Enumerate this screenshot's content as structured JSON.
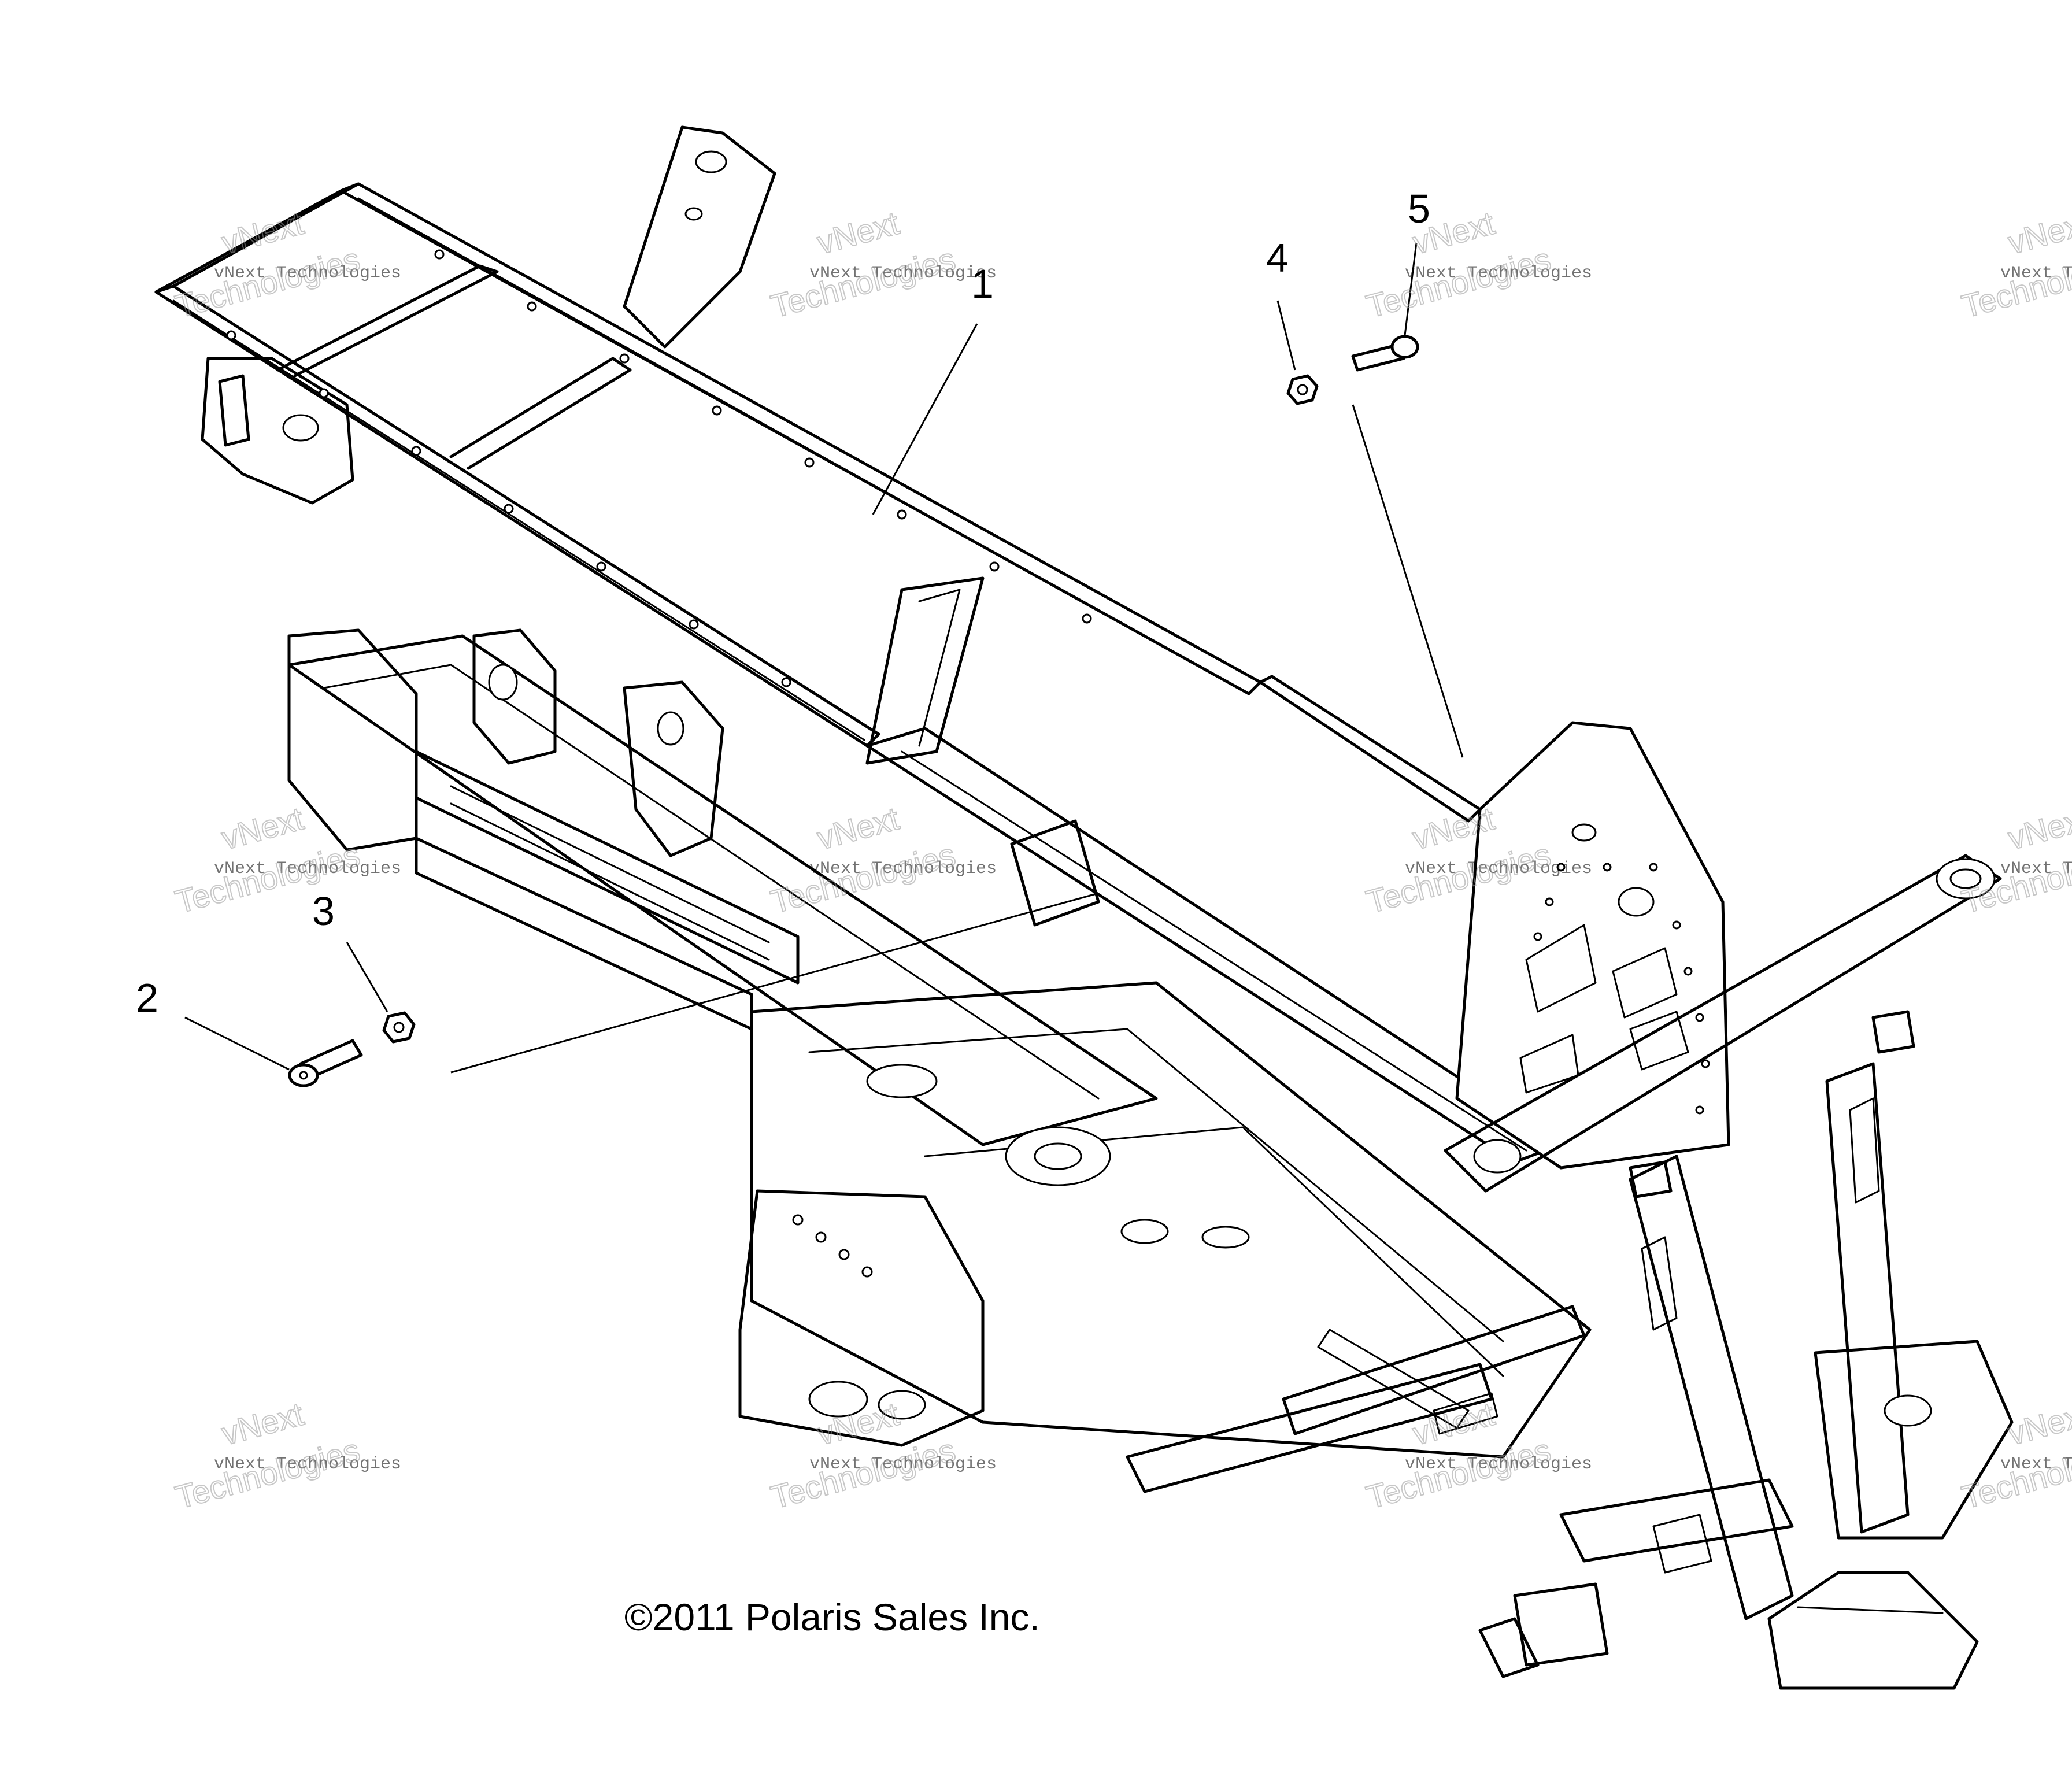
{
  "diagram": {
    "callouts": [
      "1",
      "2",
      "3",
      "4",
      "5"
    ],
    "copyright": "©2011 Polaris Sales Inc.",
    "watermark": {
      "line1": "vNext Technologies",
      "line2": "vNext",
      "line3": "Technologies"
    }
  }
}
